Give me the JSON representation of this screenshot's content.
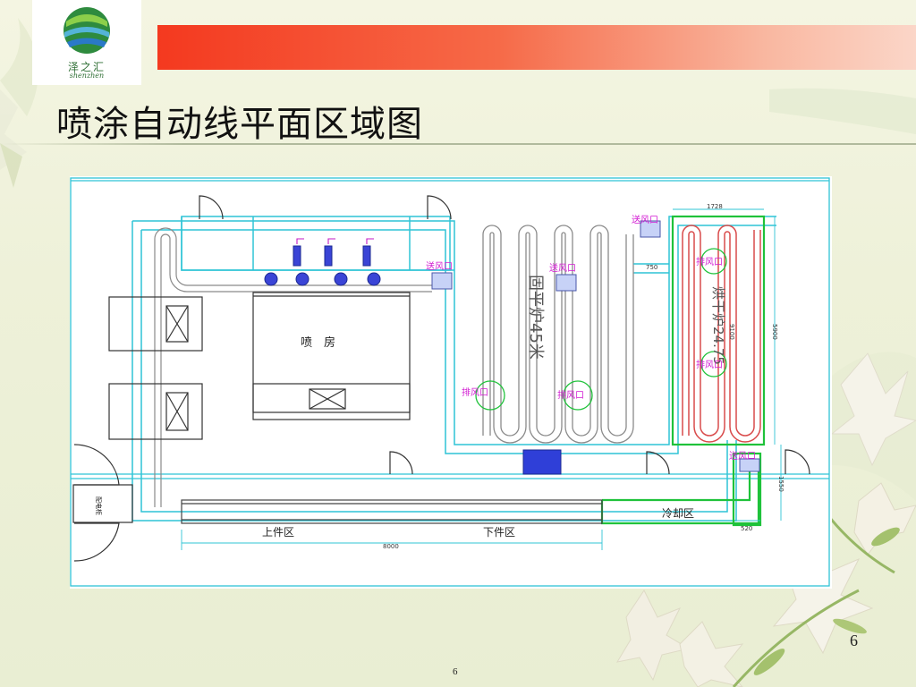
{
  "slide": {
    "title": "喷涂自动线平面区域图",
    "page_number": "6",
    "page_number_bottom": "6"
  },
  "logo": {
    "name": "泽之汇",
    "sub": "shenzhen"
  },
  "plan": {
    "spray_room": "喷　房",
    "curing_oven": "固平炉45米",
    "drying_oven": "烘干炉24.75",
    "loading_area": "上件区",
    "unloading_area": "下件区",
    "cooling_area": "冷却区",
    "supply_air_1": "送风口",
    "supply_air_2": "送风口",
    "supply_air_3": "送风口",
    "supply_air_4": "送风口",
    "exhaust_1": "排风口",
    "exhaust_2": "排风口",
    "exhaust_3": "排风口",
    "exhaust_4": "排风口",
    "dim_length": "8000",
    "dim_top": "1728",
    "dim_750": "750",
    "dim_side": "5900",
    "dim_inner": "9100",
    "dim_lower": "1550",
    "dim_bottom": "520",
    "cabinet_label": "配电柜"
  },
  "colors": {
    "cyan": "#2fc4d6",
    "green": "#1fc23a",
    "red": "#d94b4b",
    "magenta": "#d21ad2",
    "dark": "#333333",
    "accent_red": "#f4391f"
  }
}
